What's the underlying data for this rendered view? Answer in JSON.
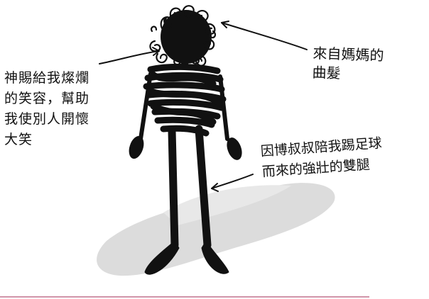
{
  "annotations": {
    "hair": {
      "lines": [
        "來自媽媽的",
        "曲髮"
      ]
    },
    "smile": {
      "lines": [
        "神賜給我燦爛",
        "的笑容，幫助",
        "我使別人開懷",
        "大笑"
      ]
    },
    "legs": {
      "lines": [
        "因博叔叔陪我踢足球",
        "而來的強壯的雙腿"
      ]
    }
  },
  "colors": {
    "ink": "#111111",
    "shadow": "#d9d9d9",
    "bottom_rule": "#c0708c"
  }
}
